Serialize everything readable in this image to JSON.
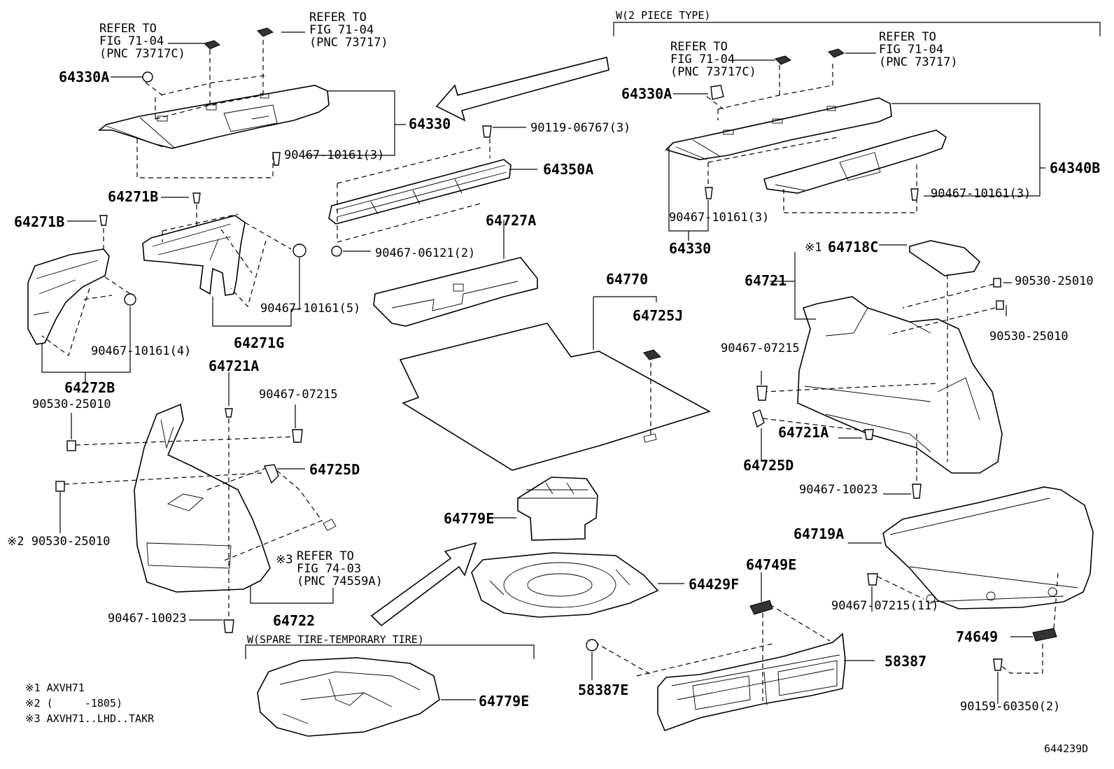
{
  "labels": {
    "ref_7104_a": "REFER TO\nFIG 71-04\n(PNC 73717C)",
    "ref_7104_b": "REFER TO\nFIG 71-04\n(PNC 73717)",
    "ref_7104_c": "REFER TO\nFIG 71-04\n(PNC 73717C)",
    "ref_7104_d": "REFER TO\nFIG 71-04\n(PNC 73717)",
    "ref_7403": "REFER TO\nFIG 74-03\n(PNC 74559A)",
    "w_2piece": "W(2 PIECE TYPE)",
    "w_spare": "W(SPARE TIRE-TEMPORARY TIRE)",
    "p64330A_l": "64330A",
    "p64330A_r": "64330A",
    "p64330_l": "64330",
    "p64330_r": "64330",
    "p90119": "90119-06767(3)",
    "p64350A": "64350A",
    "p64340B": "64340B",
    "p90467_10161_3a": "90467-10161(3)",
    "p90467_10161_3b": "90467-10161(3)",
    "p90467_10161_3c": "90467-10161(3)",
    "p64271B_a": "64271B",
    "p64271B_b": "64271B",
    "p90467_06121": "90467-06121(2)",
    "p64727A": "64727A",
    "p64718C": "64718C",
    "mark1": "※1",
    "p64721_r": "64721",
    "p90530_r1": "90530-25010",
    "p90530_r2": "90530-25010",
    "p64770": "64770",
    "p64725J": "64725J",
    "p90467_10161_5": "90467-10161(5)",
    "p90467_10161_4": "90467-10161(4)",
    "p64271G": "64271G",
    "p64272B": "64272B",
    "p64721A_l": "64721A",
    "p90467_07215_l": "90467-07215",
    "p90467_07215_r": "90467-07215",
    "p90530_l1": "90530-25010",
    "p64725D_l": "64725D",
    "p64725D_r": "64725D",
    "p64721A_r": "64721A",
    "p90467_10023_r": "90467-10023",
    "p90530_l2": "※2 90530-25010",
    "mark3": "※3",
    "p64779E_a": "64779E",
    "p64719A": "64719A",
    "p64749E": "64749E",
    "p64429F": "64429F",
    "p90467_07215_11": "90467-07215(11)",
    "p90467_10023_l": "90467-10023",
    "p64722": "64722",
    "p74649": "74649",
    "p58387": "58387",
    "p58387E": "58387E",
    "p64779E_b": "64779E",
    "p90159": "90159-60350(2)",
    "note1": "※1 AXVH71",
    "note2": "※2 (     -1805)",
    "note3": "※3 AXVH71..LHD..TAKR",
    "code": "644239D"
  }
}
